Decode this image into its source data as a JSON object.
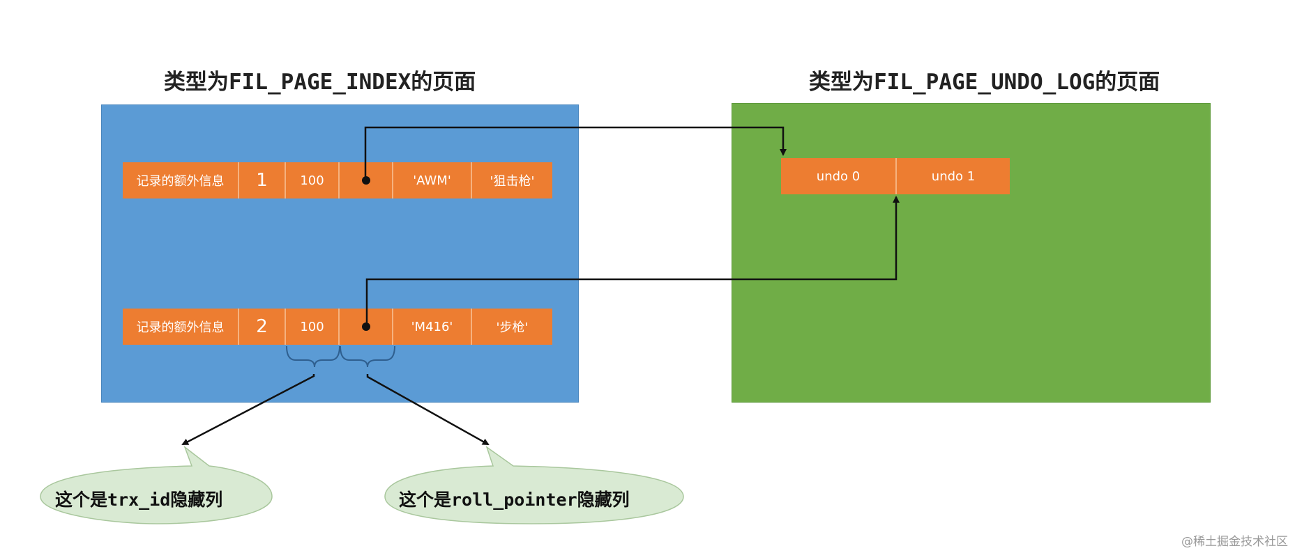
{
  "titles": {
    "index_page": "类型为FIL_PAGE_INDEX的页面",
    "undo_page": "类型为FIL_PAGE_UNDO_LOG的页面"
  },
  "records": [
    {
      "extra": "记录的额外信息",
      "id": "1",
      "trx_id": "100",
      "col1": "'AWM'",
      "col2": "'狙击枪'"
    },
    {
      "extra": "记录的额外信息",
      "id": "2",
      "trx_id": "100",
      "col1": "'M416'",
      "col2": "'步枪'"
    }
  ],
  "undo_logs": [
    "undo 0",
    "undo 1"
  ],
  "callouts": {
    "trx_id": "这个是trx_id隐藏列",
    "roll_pointer": "这个是roll_pointer隐藏列"
  },
  "colors": {
    "index_page": "#5b9bd5",
    "undo_page": "#70ad47",
    "cell": "#ed7d31",
    "bubble": "#d9ead3"
  },
  "watermark": "@稀土掘金技术社区"
}
